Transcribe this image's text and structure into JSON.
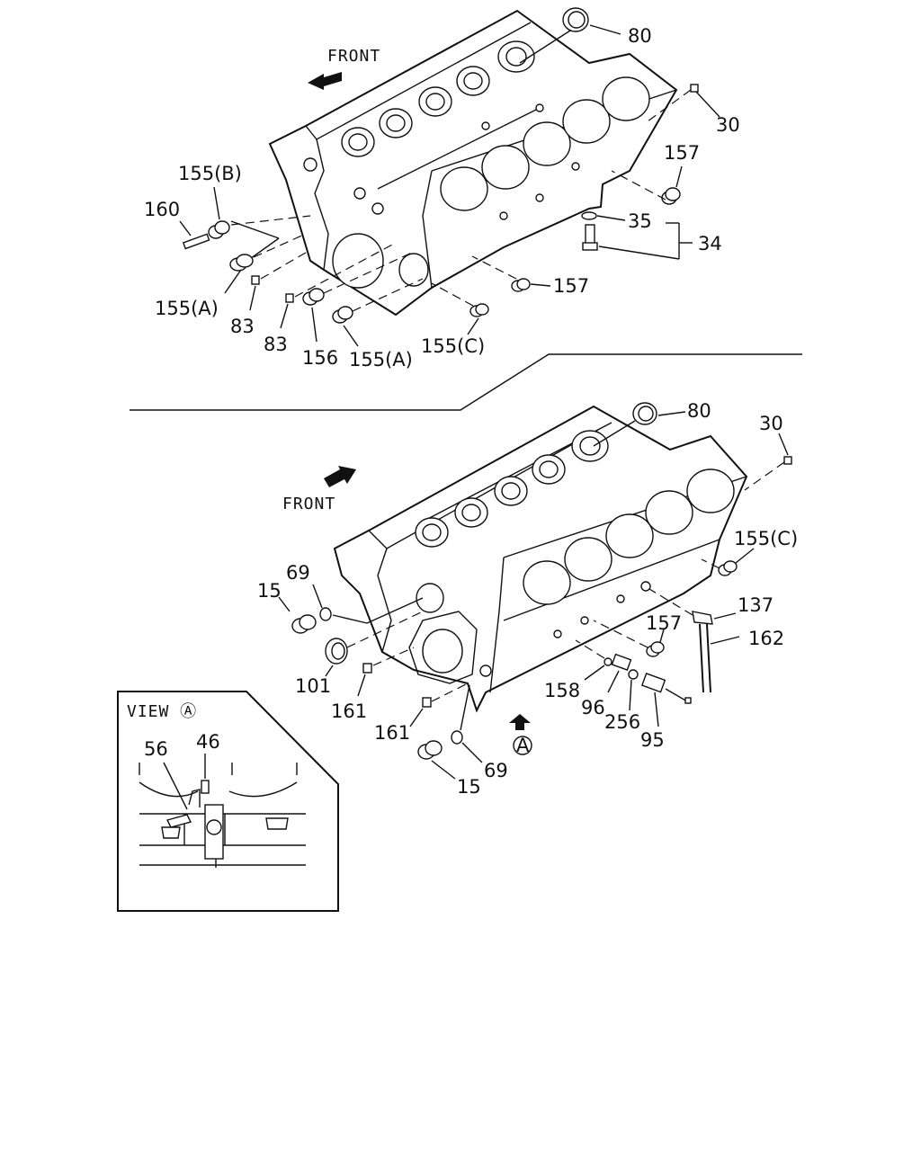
{
  "upper": {
    "front_label": "FRONT",
    "callouts": {
      "c80": "80",
      "c30": "30",
      "c157a": "157",
      "c35": "35",
      "c34": "34",
      "c157b": "157",
      "c155b": "155(B)",
      "c160": "160",
      "c155a1": "155(A)",
      "c83a": "83",
      "c83b": "83",
      "c156": "156",
      "c155a2": "155(A)",
      "c155c": "155(C)"
    }
  },
  "lower": {
    "front_label": "FRONT",
    "view_marker": "Ⓐ",
    "callouts": {
      "c80": "80",
      "c30": "30",
      "c155c": "155(C)",
      "c137": "137",
      "c162": "162",
      "c157": "157",
      "c69a": "69",
      "c15a": "15",
      "c101": "101",
      "c161a": "161",
      "c158": "158",
      "c96": "96",
      "c256": "256",
      "c95": "95",
      "c161b": "161",
      "c69b": "69",
      "c15b": "15"
    }
  },
  "inset": {
    "title": "VIEW Ⓐ",
    "callouts": {
      "c56": "56",
      "c46": "46"
    }
  }
}
